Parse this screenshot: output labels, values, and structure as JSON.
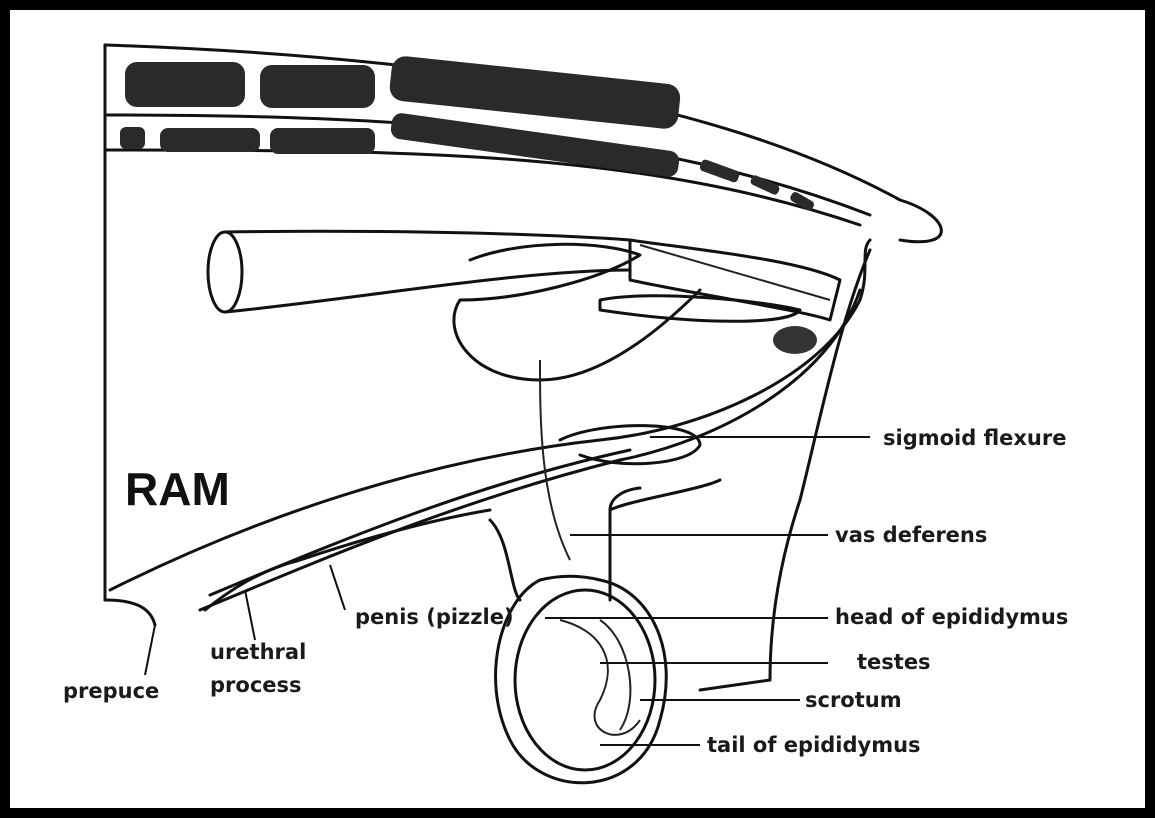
{
  "diagram": {
    "title": "RAM",
    "labels": {
      "sigmoid_flexure": "sigmoid flexure",
      "vas_deferens": "vas deferens",
      "head_of_epididymus": "head of epididymus",
      "testes": "testes",
      "scrotum": "scrotum",
      "tail_of_epididymus": "tail of epididymus",
      "penis": "penis (pizzle)",
      "urethral_process_line1": "urethral",
      "urethral_process_line2": "process",
      "prepuce": "prepuce"
    }
  }
}
